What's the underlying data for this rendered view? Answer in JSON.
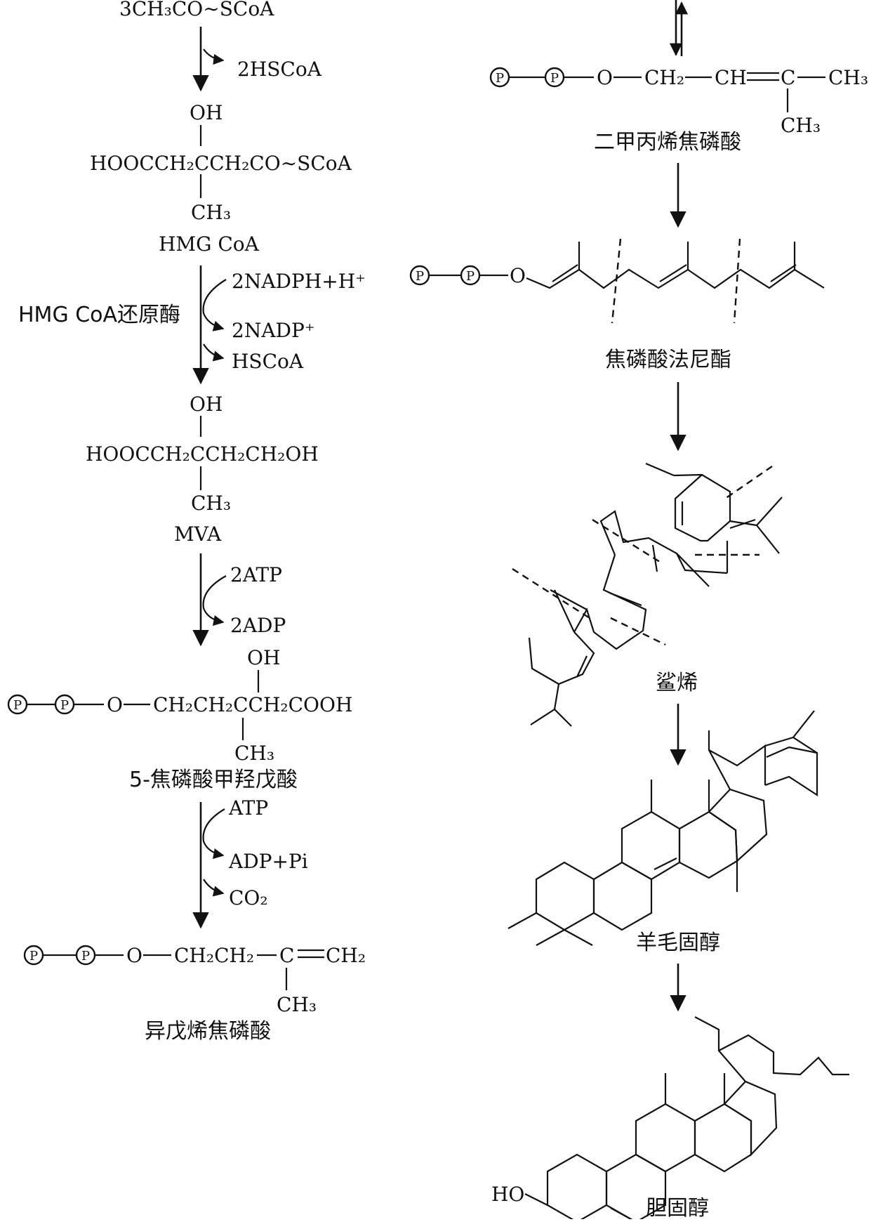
{
  "left_chain": {
    "acetyl_coa": "3CH₃CO∼SCoA",
    "release_hscoa_1": "2HSCoA",
    "hmg_oh": "OH",
    "hmg_main": "HOOCCH₂CCH₂CO∼SCoA",
    "hmg_ch3": "CH₃",
    "hmg_name": "HMG CoA",
    "enzyme_reductase": "HMG CoA还原酶",
    "nadph_in": "2NADPH+H⁺",
    "nadp_out": "2NADP⁺",
    "release_hscoa_2": "HSCoA",
    "mva_oh": "OH",
    "mva_main": "HOOCCH₂CCH₂CH₂OH",
    "mva_ch3": "CH₃",
    "mva_name": "MVA",
    "atp_in": "2ATP",
    "adp_out": "2ADP",
    "pp_mva_oh": "OH",
    "pp_mva_main": "CH₂CH₂CCH₂COOH",
    "pp_mva_ch3": "CH₃",
    "pp_mva_name": "5-焦磷酸甲羟戊酸",
    "atp_in_2": "ATP",
    "adp_pi_out": "ADP+Pi",
    "co2_out": "CO₂",
    "ipp_main": "CH₂CH₂",
    "ipp_c": "C",
    "ipp_ch2": "CH₂",
    "ipp_ch3": "CH₃",
    "ipp_name": "异戊烯焦磷酸"
  },
  "right_chain": {
    "dmapp_ch2": "CH₂",
    "dmapp_ch": "CH",
    "dmapp_c": "C",
    "dmapp_ch3_right": "CH₃",
    "dmapp_ch3_down": "CH₃",
    "dmapp_name": "二甲丙烯焦磷酸",
    "fpp_name": "焦磷酸法尼酯",
    "squalene_name": "鲨烯",
    "lanosterol_name": "羊毛固醇",
    "cholesterol_oh": "HO",
    "cholesterol_name": "胆固醇"
  },
  "atoms": {
    "phosphate": "P",
    "oxygen": "O"
  }
}
